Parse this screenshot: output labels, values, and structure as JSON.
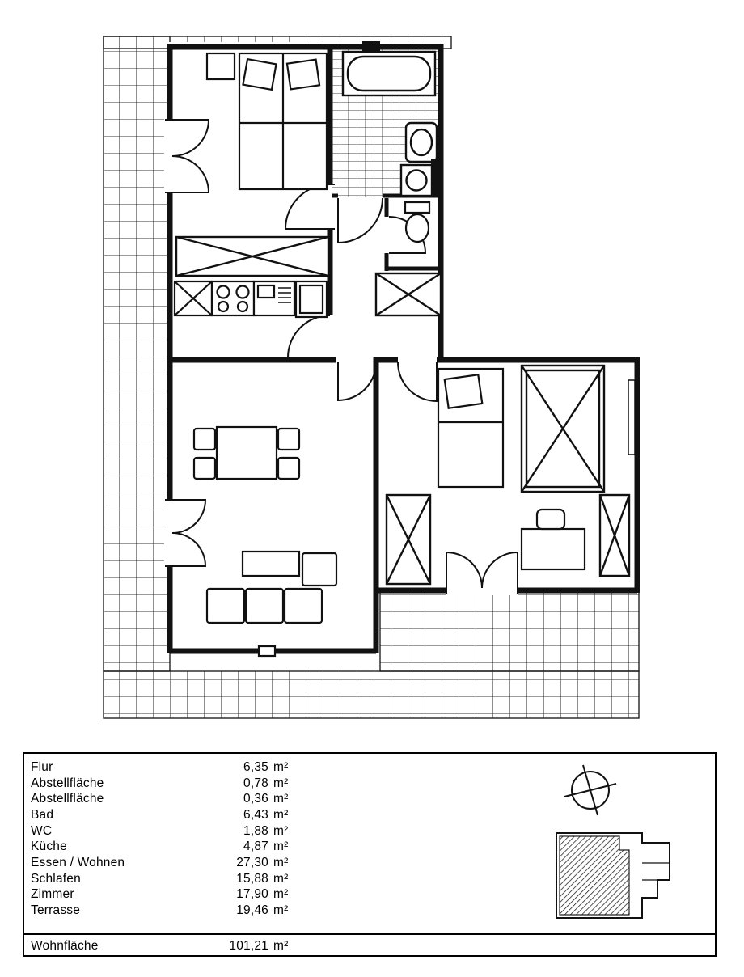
{
  "page": {
    "background": "#ffffff",
    "ink": "#111111"
  },
  "legend": {
    "rows": [
      {
        "name": "Flur",
        "value": "6,35",
        "unit": "m²"
      },
      {
        "name": "Abstellfläche",
        "value": "0,78",
        "unit": "m²"
      },
      {
        "name": "Abstellfläche",
        "value": "0,36",
        "unit": "m²"
      },
      {
        "name": "Bad",
        "value": "6,43",
        "unit": "m²"
      },
      {
        "name": "WC",
        "value": "1,88",
        "unit": "m²"
      },
      {
        "name": "Küche",
        "value": "4,87",
        "unit": "m²"
      },
      {
        "name": "Essen / Wohnen",
        "value": "27,30",
        "unit": "m²"
      },
      {
        "name": "Schlafen",
        "value": "15,88",
        "unit": "m²"
      },
      {
        "name": "Zimmer",
        "value": "17,90",
        "unit": "m²"
      },
      {
        "name": "Terrasse",
        "value": "19,46",
        "unit": "m²"
      }
    ],
    "total": {
      "name": "Wohnfläche",
      "value": "101,21",
      "unit": "m²"
    }
  },
  "plan": {
    "icons": {
      "north_arrow": "north-arrow-icon",
      "key_map": "site-key-map"
    }
  }
}
